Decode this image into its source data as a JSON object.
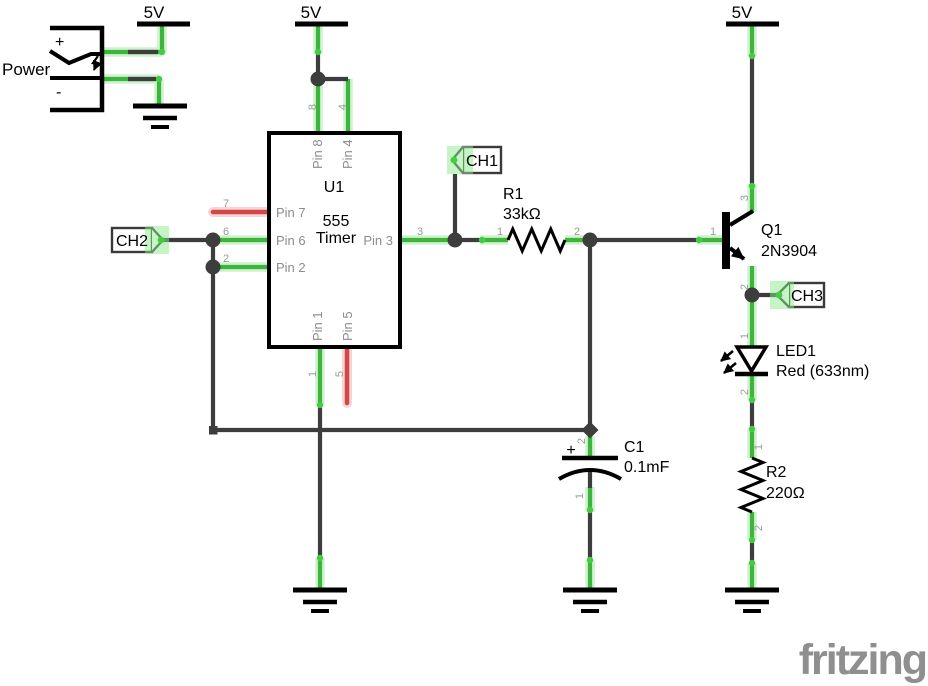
{
  "colors": {
    "wire_routed_green": "#3db53d",
    "wire_green_glow": "#a6e8a6",
    "wire_dark": "#3d3d3d",
    "wire_unrouted_red": "#d04848",
    "wire_red_glow": "#f3b9b9",
    "pin_text_gray": "#8c8c8c",
    "probe_highlight_green": "#8ce98c",
    "component_black": "#000000",
    "logo_gray": "#8f8f8f",
    "background": "#ffffff"
  },
  "power": {
    "label": "Power",
    "plus": "+",
    "minus": "-"
  },
  "rails": {
    "left": "5V",
    "middle": "5V",
    "right": "5V"
  },
  "probes": {
    "ch1": "CH1",
    "ch2": "CH2",
    "ch3": "CH3"
  },
  "ic": {
    "ref": "U1",
    "type_line1": "555",
    "type_line2": "Timer",
    "pin_labels": {
      "p8": "Pin 8",
      "p4": "Pin 4",
      "p7": "Pin 7",
      "p6": "Pin 6",
      "p2": "Pin 2",
      "p3": "Pin 3",
      "p1": "Pin 1",
      "p5": "Pin 5"
    },
    "pin_numbers": {
      "n8": "8",
      "n4": "4",
      "n7": "7",
      "n6": "6",
      "n2": "2",
      "n3": "3",
      "n1": "1",
      "n5": "5"
    }
  },
  "r1": {
    "ref": "R1",
    "value": "33kΩ",
    "pin1": "1",
    "pin2": "2"
  },
  "q1": {
    "ref": "Q1",
    "value": "2N3904",
    "pin_base": "1",
    "pin_collector": "3",
    "pin_emitter": "2"
  },
  "led1": {
    "ref": "LED1",
    "value": "Red (633nm)",
    "pin_anode": "1",
    "pin_cathode": "2"
  },
  "r2": {
    "ref": "R2",
    "value": "220Ω",
    "pin1": "1",
    "pin2": "2"
  },
  "c1": {
    "ref": "C1",
    "value": "0.1mF",
    "plus": "+",
    "pin_pos": "2",
    "pin_neg": "1"
  },
  "logo": {
    "text": "fritzing"
  }
}
